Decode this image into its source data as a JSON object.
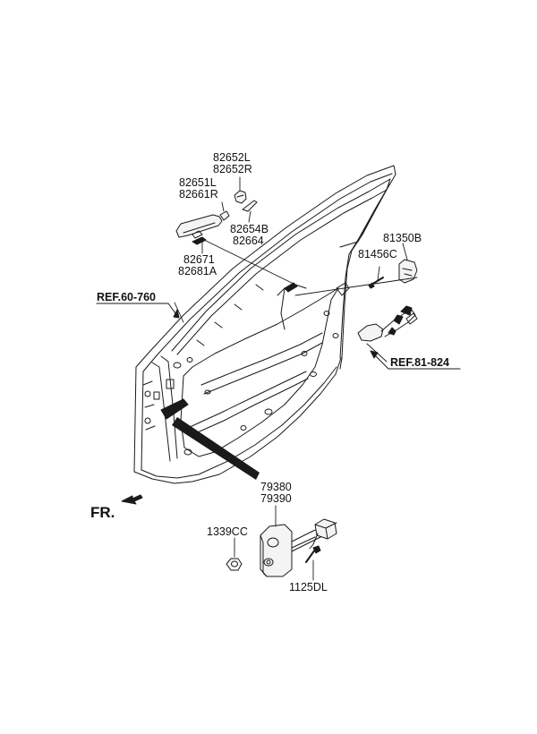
{
  "labels": {
    "p82652": [
      "82652L",
      "82652R"
    ],
    "p82651": [
      "82651L",
      "82661R"
    ],
    "p82654": [
      "82654B",
      "82664"
    ],
    "p82671": [
      "82671",
      "82681A"
    ],
    "p81350": "81350B",
    "p81456": "81456C",
    "p79380": [
      "79380",
      "79390"
    ],
    "p1339": "1339CC",
    "p1125": "1125DL"
  },
  "refs": {
    "ref60": "REF.60-760",
    "ref81": "REF.81-824"
  },
  "direction": "FR."
}
